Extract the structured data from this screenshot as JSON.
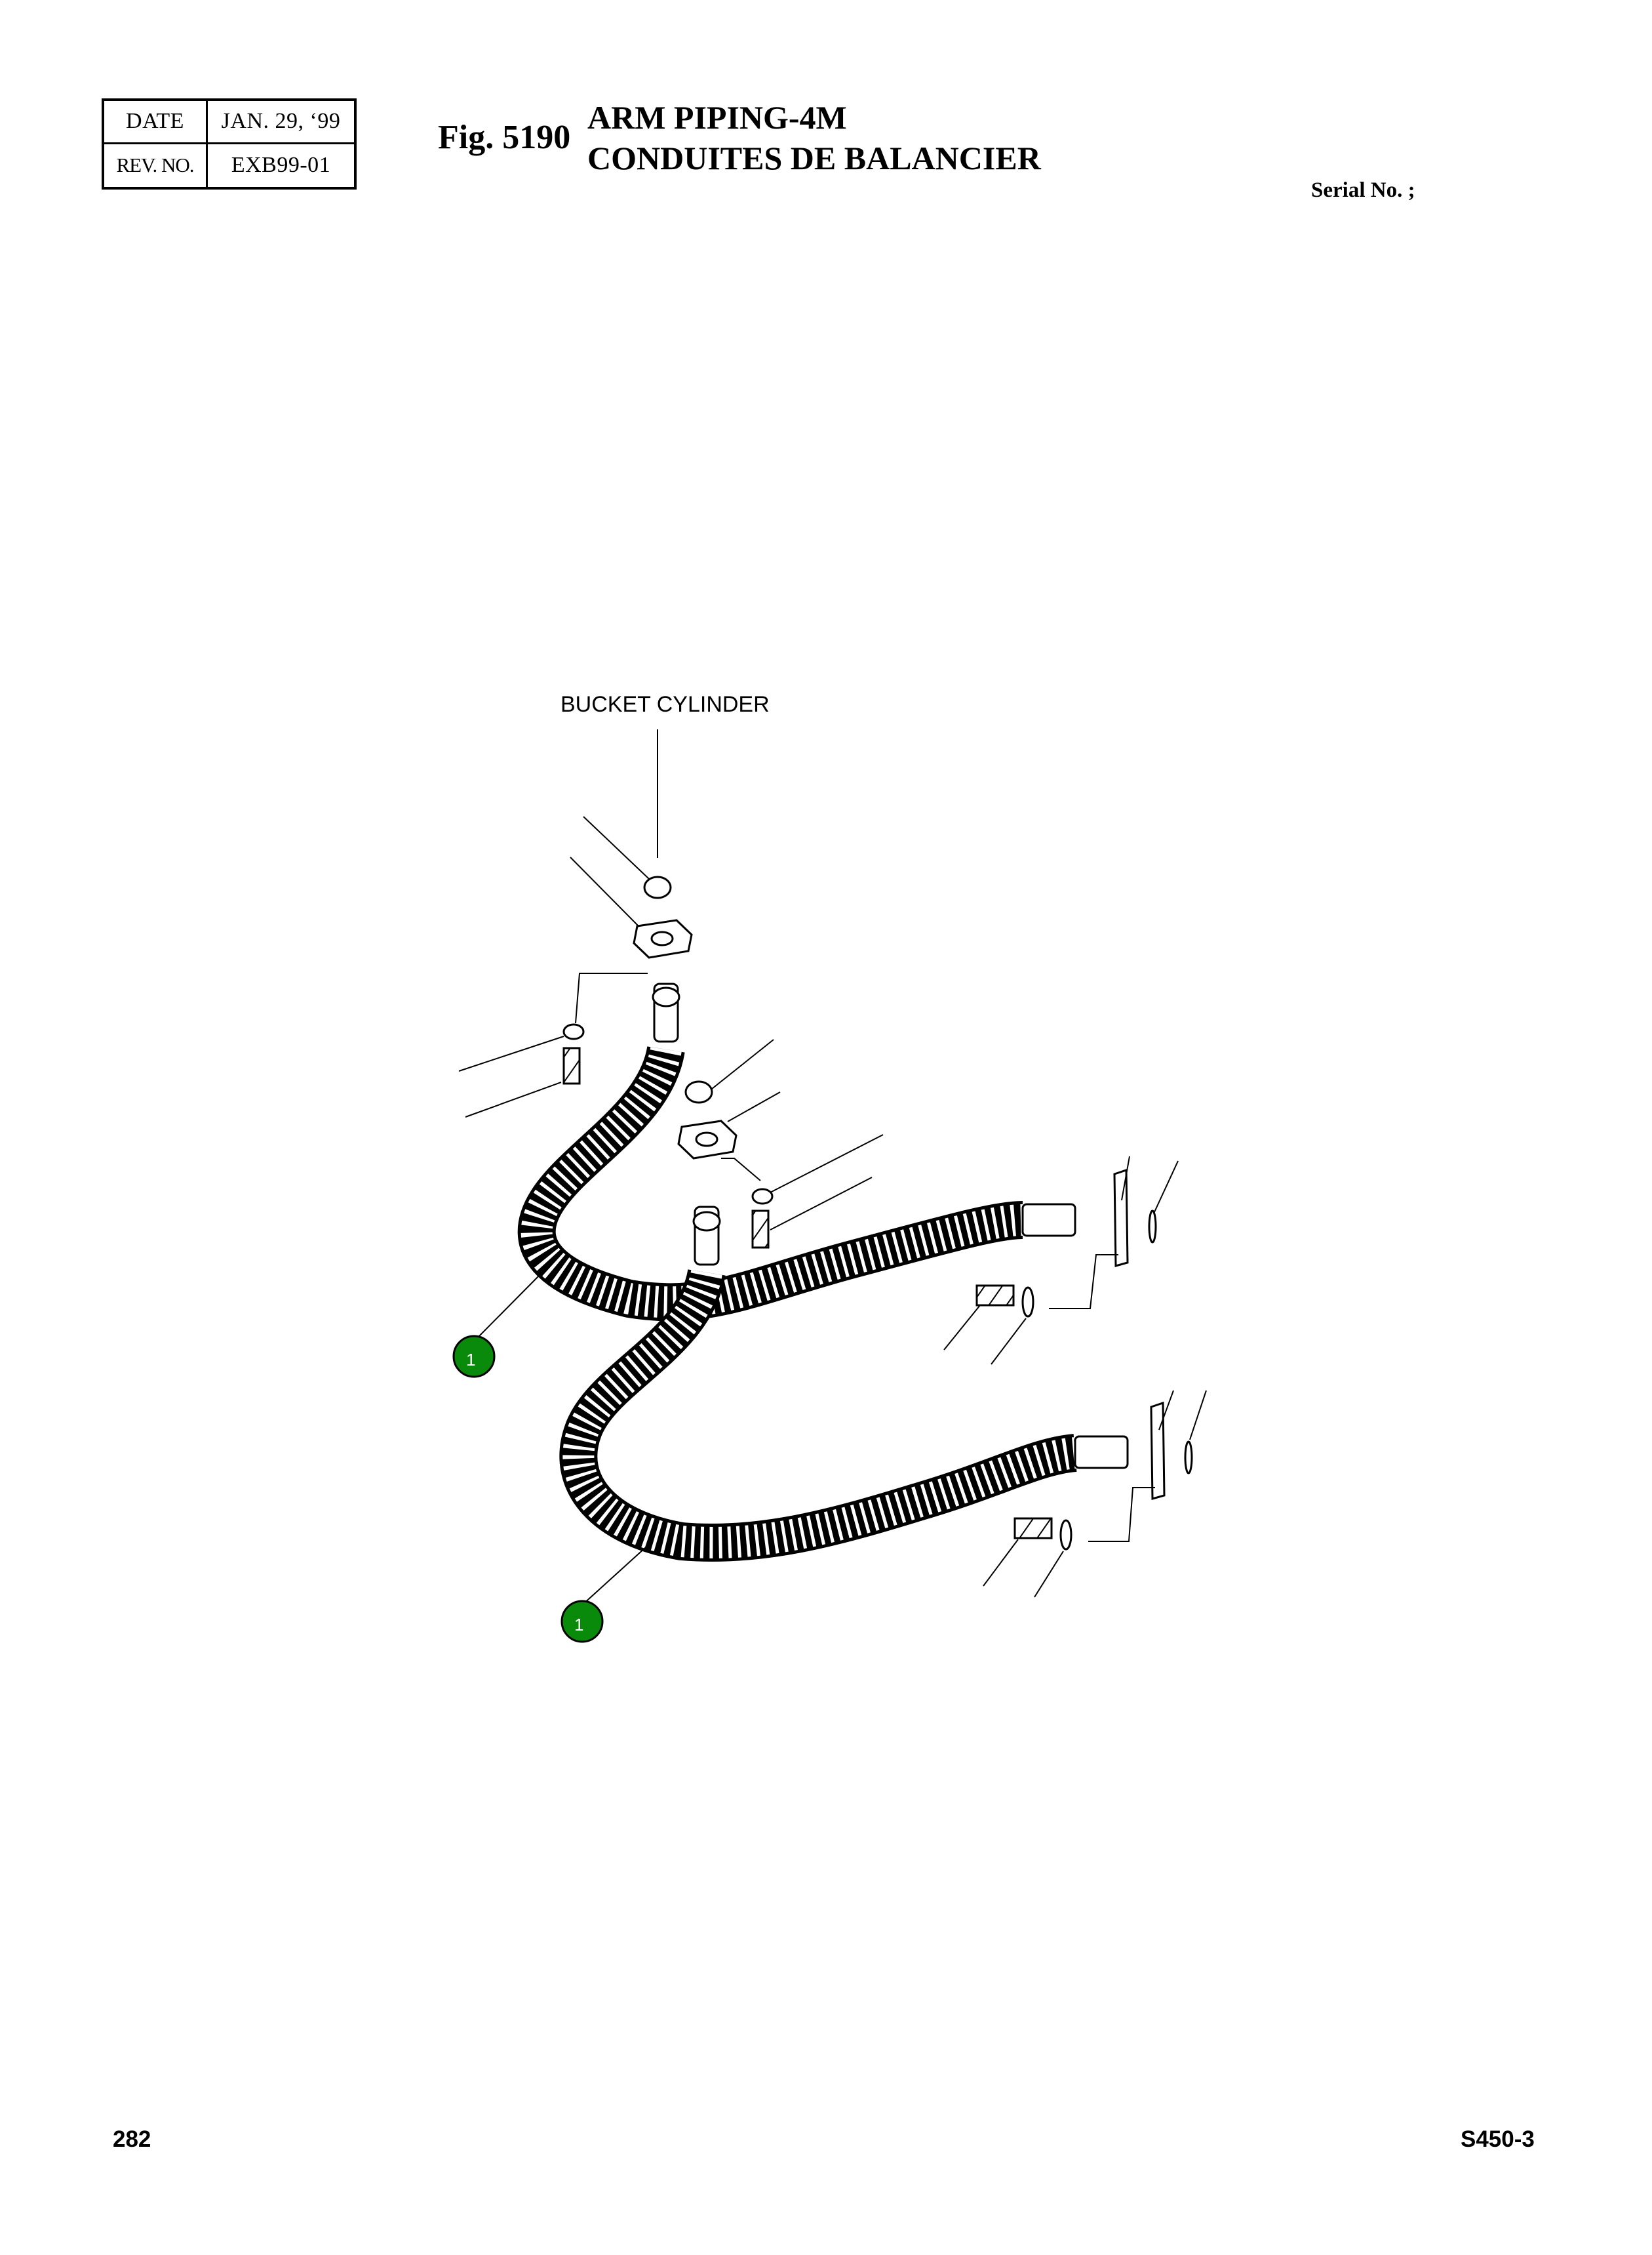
{
  "header": {
    "revision_table": {
      "date_label": "DATE",
      "date_value": "JAN. 29, ‘99",
      "rev_label": "REV. NO.",
      "rev_value": "EXB99-01"
    },
    "figure_number": "Fig. 5190",
    "title_en": "ARM PIPING-4M",
    "title_fr": "CONDUITES DE BALANCIER",
    "serial_label": "Serial No. ;"
  },
  "diagram": {
    "callout_label": "BUCKET CYLINDER",
    "part_callouts": [
      {
        "number": "1"
      },
      {
        "number": "1"
      }
    ],
    "callout_color": "#0a8a0a"
  },
  "footer": {
    "page_number": "282",
    "model": "S450-3"
  }
}
